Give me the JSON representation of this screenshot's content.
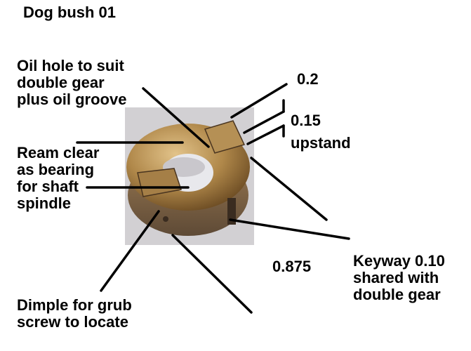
{
  "diagram": {
    "title": "Dog bush 01",
    "labels": {
      "oil_hole": "Oil hole to suit\ndouble gear\nplus oil groove",
      "ream": "Ream clear\nas bearing\nfor shaft\nspindle",
      "dim_02": "0.2",
      "dim_015": "0.15",
      "upstand": "upstand",
      "dim_0875": "0.875",
      "keyway": "Keyway 0.10\nshared with\ndouble gear",
      "dimple": "Dimple for grub\nscrew to locate"
    },
    "colors": {
      "text": "#000000",
      "lines": "#000000",
      "photo_background": "#d2d0d3",
      "brass": "#b0884a",
      "bore": "#e8e8ec"
    }
  }
}
